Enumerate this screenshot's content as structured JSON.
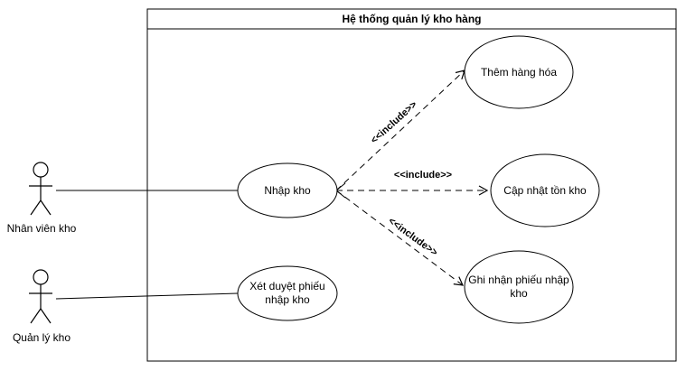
{
  "system": {
    "title": "Hệ thống quản lý kho hàng"
  },
  "actors": [
    {
      "id": "nhan-vien-kho",
      "label": "Nhân viên kho"
    },
    {
      "id": "quan-ly-kho",
      "label": "Quản lý kho"
    }
  ],
  "use_cases": [
    {
      "id": "nhap-kho",
      "label": "Nhập kho"
    },
    {
      "id": "xet-duyet",
      "label": "Xét duyệt phiếu nhập kho"
    },
    {
      "id": "them-hang-hoa",
      "label": "Thêm hàng hóa"
    },
    {
      "id": "cap-nhat-ton-kho",
      "label": "Cập nhật tồn kho"
    },
    {
      "id": "ghi-nhan-phieu",
      "label": "Ghi nhận phiếu nhập kho"
    }
  ],
  "relations": [
    {
      "from": "Nhân viên kho",
      "to": "Nhập kho",
      "type": "association"
    },
    {
      "from": "Quản lý kho",
      "to": "Xét duyệt phiếu nhập kho",
      "type": "association"
    },
    {
      "from": "Nhập kho",
      "to": "Thêm hàng hóa",
      "type": "include",
      "label": "<<include>>"
    },
    {
      "from": "Nhập kho",
      "to": "Cập nhật tồn kho",
      "type": "include",
      "label": "<<include>>"
    },
    {
      "from": "Nhập kho",
      "to": "Ghi nhận phiếu nhập kho",
      "type": "include",
      "label": "<<include>>"
    }
  ]
}
